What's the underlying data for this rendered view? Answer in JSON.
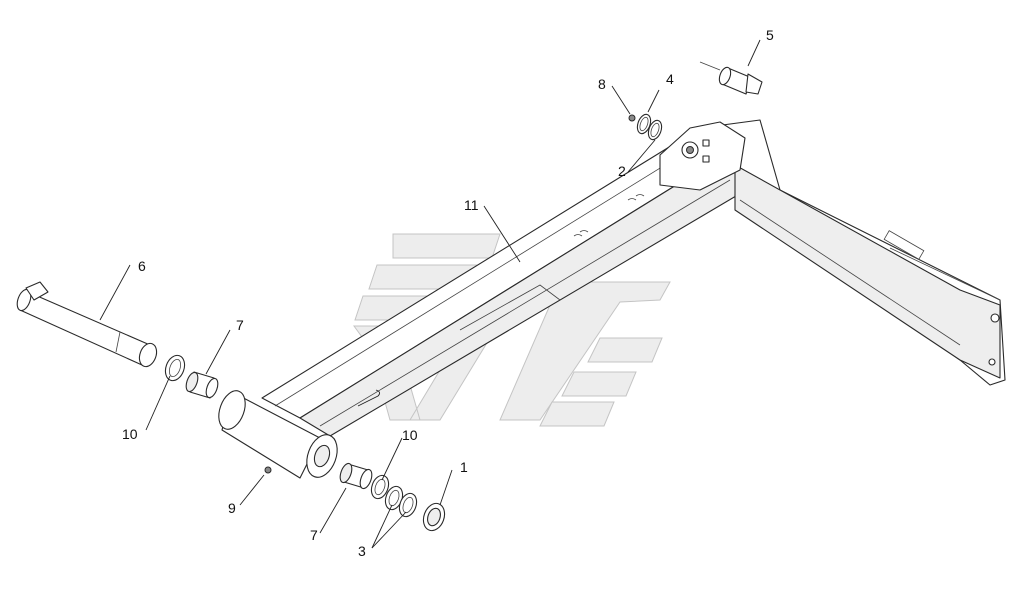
{
  "callouts": {
    "c1": "1",
    "c2": "2",
    "c3": "3",
    "c4": "4",
    "c5": "5",
    "c6": "6",
    "c7a": "7",
    "c7b": "7",
    "c8": "8",
    "c9": "9",
    "c10a": "10",
    "c10b": "10",
    "c11": "11"
  }
}
